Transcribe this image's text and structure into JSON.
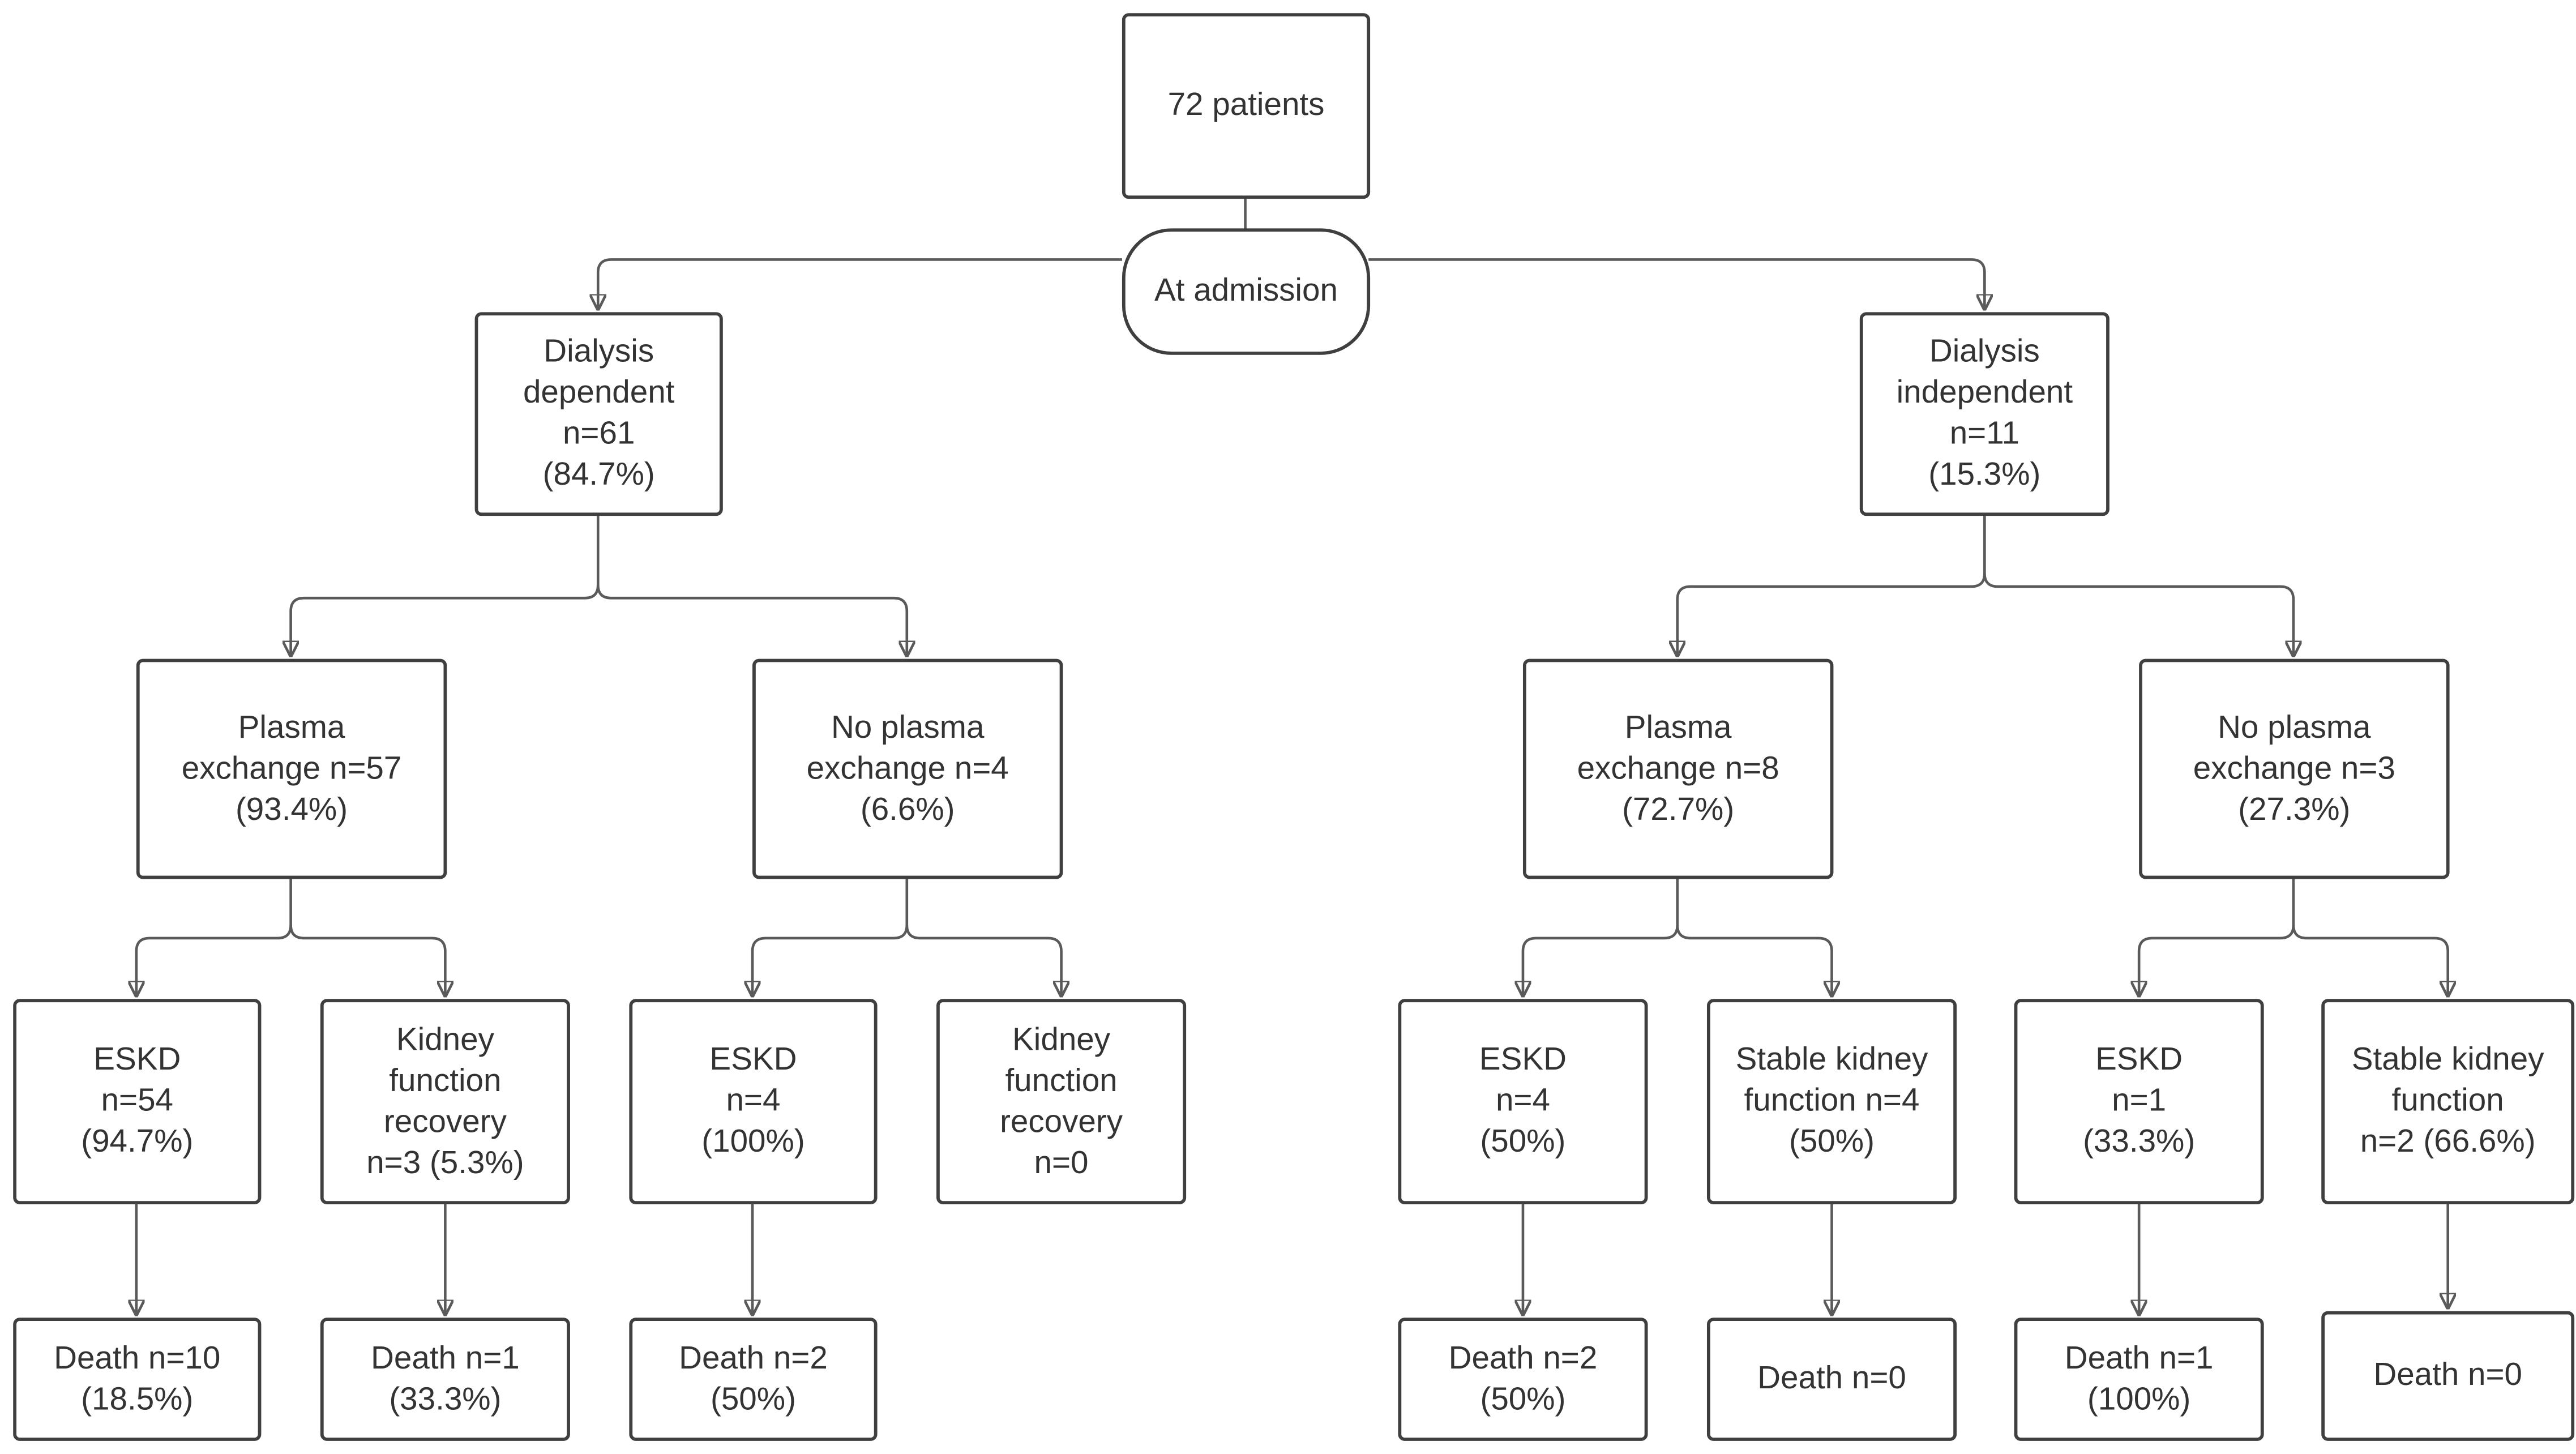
{
  "nodes": {
    "root": [
      "72 patients"
    ],
    "admission": [
      "At admission"
    ],
    "dd": [
      "Dialysis",
      "dependent",
      "n=61",
      "(84.7%)"
    ],
    "di": [
      "Dialysis",
      "independent",
      "n=11",
      "(15.3%)"
    ],
    "dd_pe": [
      "Plasma",
      "exchange n=57",
      "(93.4%)"
    ],
    "dd_npe": [
      "No plasma",
      "exchange n=4",
      "(6.6%)"
    ],
    "di_pe": [
      "Plasma",
      "exchange n=8",
      "(72.7%)"
    ],
    "di_npe": [
      "No plasma",
      "exchange n=3",
      "(27.3%)"
    ],
    "l1": [
      "ESKD",
      "n=54",
      "(94.7%)"
    ],
    "l2": [
      "Kidney",
      "function",
      "recovery",
      "n=3 (5.3%)"
    ],
    "l3": [
      "ESKD",
      "n=4",
      "(100%)"
    ],
    "l4": [
      "Kidney",
      "function",
      "recovery",
      "n=0"
    ],
    "l5": [
      "ESKD",
      "n=4",
      "(50%)"
    ],
    "l6": [
      "Stable kidney",
      "function n=4",
      "(50%)"
    ],
    "l7": [
      "ESKD",
      "n=1",
      "(33.3%)"
    ],
    "l8": [
      "Stable kidney",
      "function",
      "n=2 (66.6%)"
    ],
    "d1": [
      "Death n=10",
      "(18.5%)"
    ],
    "d2": [
      "Death n=1",
      "(33.3%)"
    ],
    "d3": [
      "Death n=2",
      "(50%)"
    ],
    "d5": [
      "Death n=2",
      "(50%)"
    ],
    "d6": [
      "Death n=0"
    ],
    "d7": [
      "Death n=1",
      "(100%)"
    ],
    "d8": [
      "Death n=0"
    ]
  }
}
